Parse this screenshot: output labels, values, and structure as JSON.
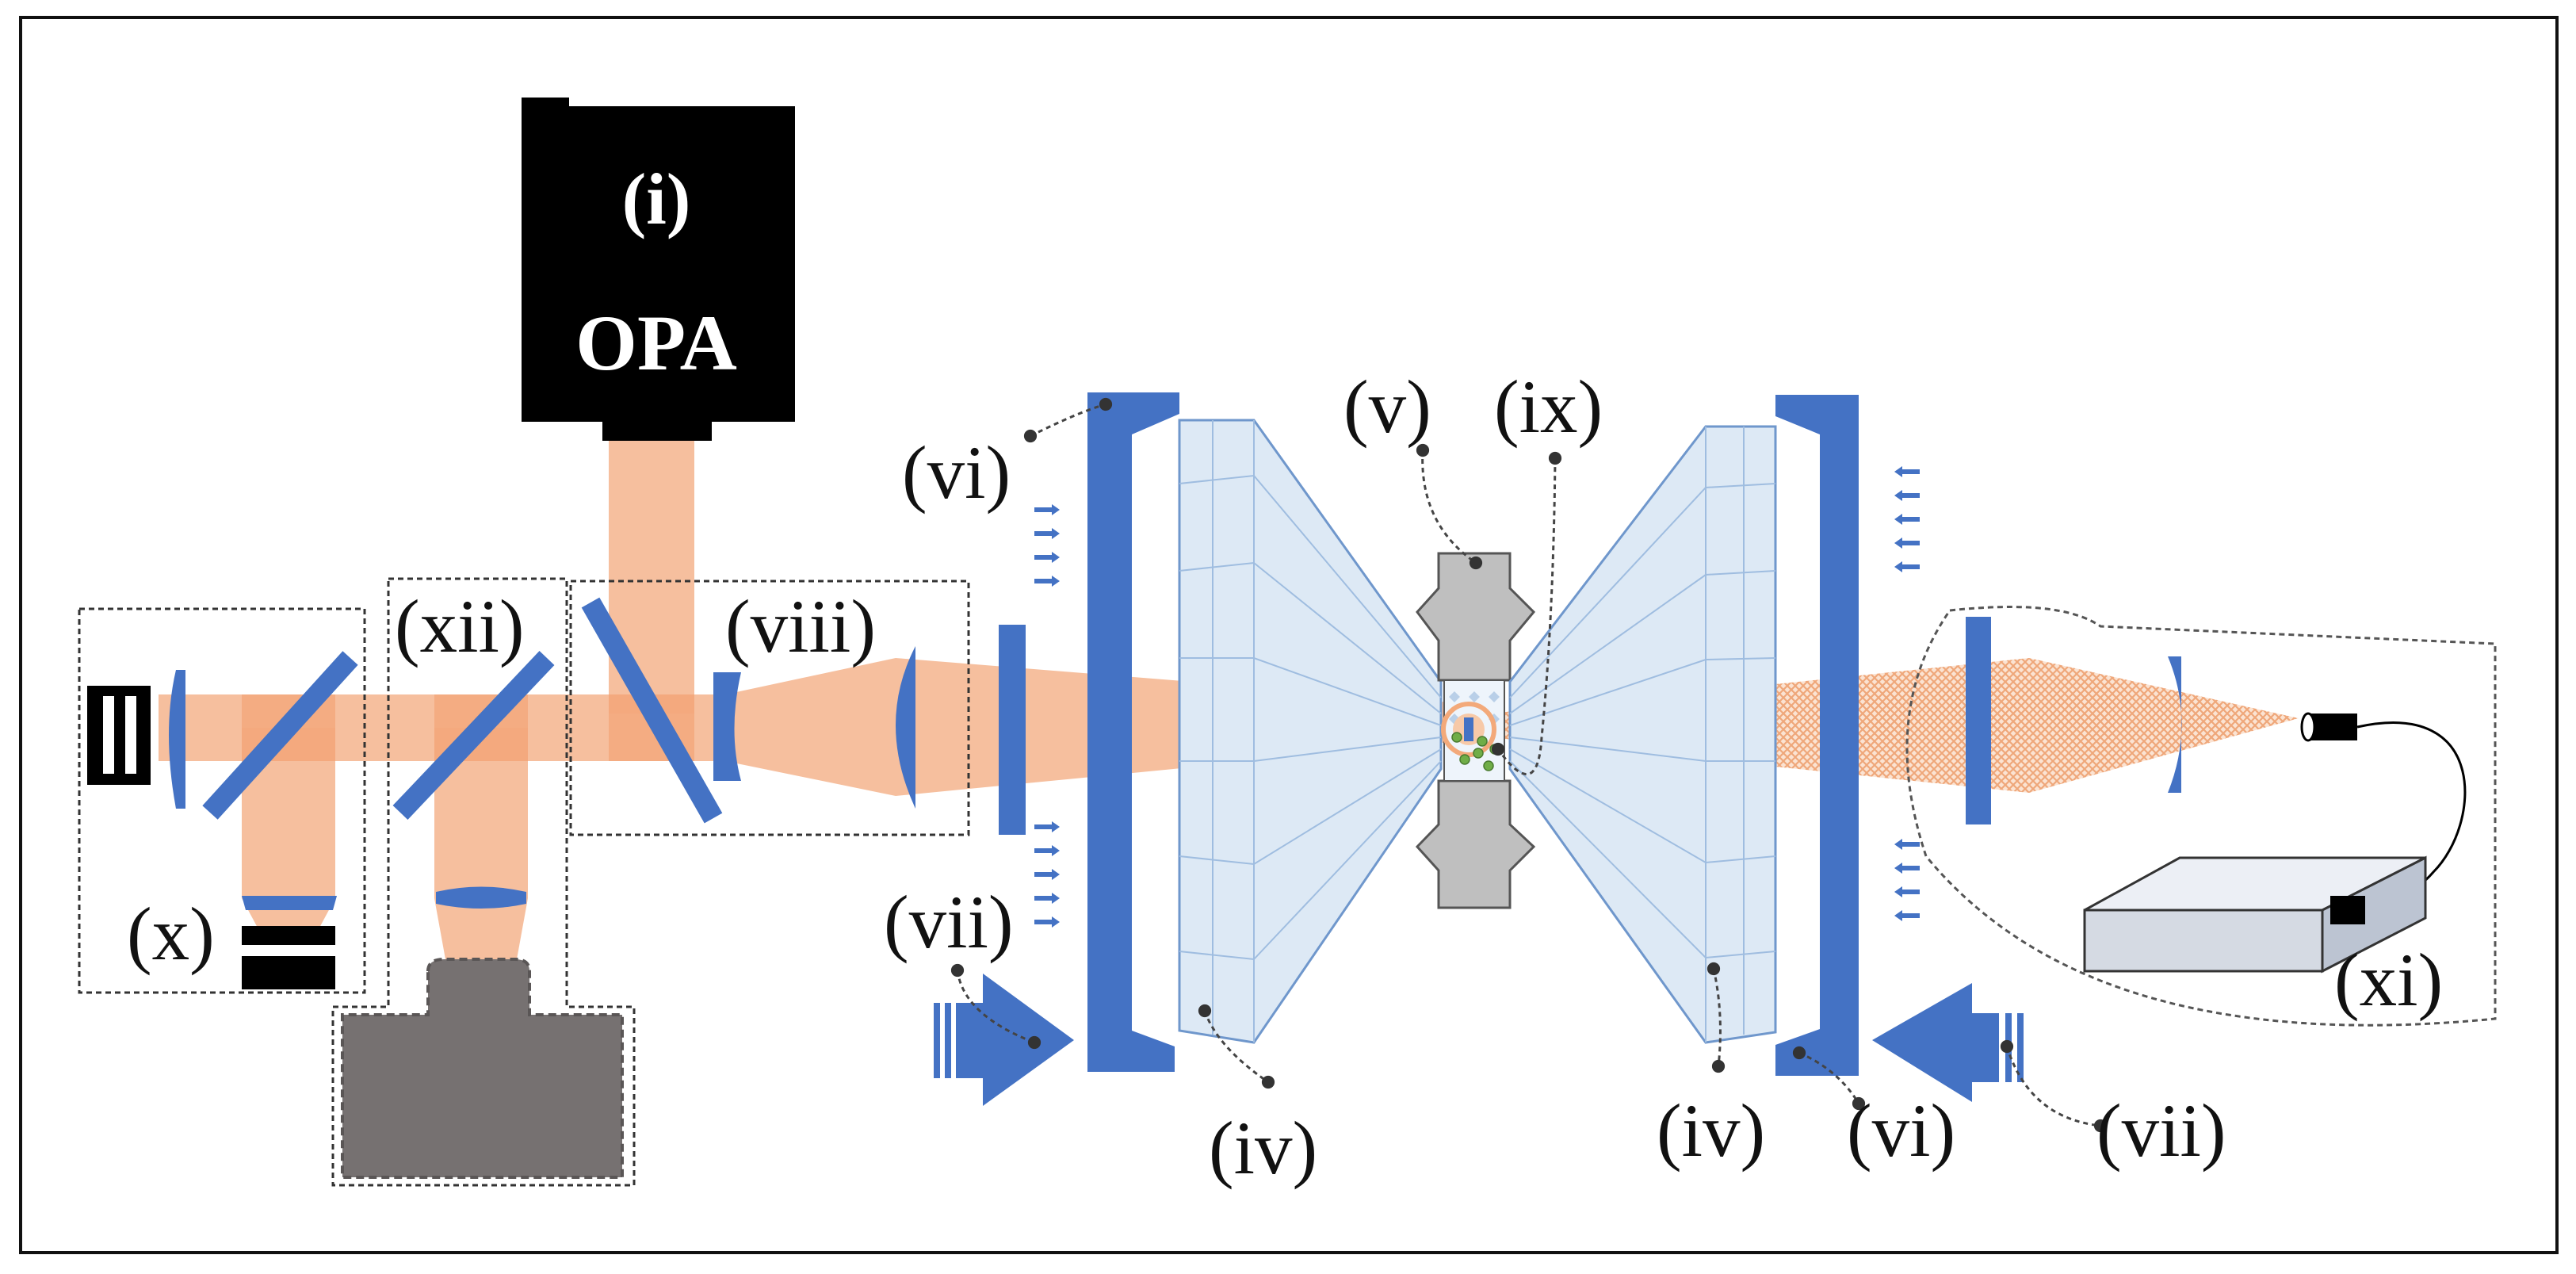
{
  "source": {
    "roman": "(i)",
    "name": "OPA"
  },
  "labels": {
    "iv_left": "(iv)",
    "iv_right": "(iv)",
    "v": "(v)",
    "vi_left": "(vi)",
    "vi_right": "(vi)",
    "vii_left": "(vii)",
    "vii_right": "(vii)",
    "viii": "(viii)",
    "ix": "(ix)",
    "x": "(x)",
    "xi": "(xi)",
    "xii": "(xii)"
  },
  "colors": {
    "beam": "#f5b893",
    "optic": "#4472c4",
    "anvil": "#dde9f5",
    "gasket": "#bfbfbf",
    "camera": "#767171",
    "source": "#000000"
  }
}
